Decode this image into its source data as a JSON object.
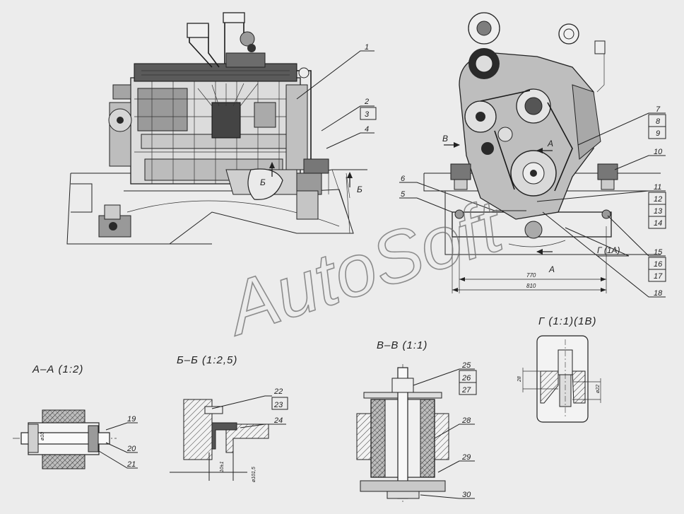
{
  "watermark": "AutoSoft",
  "section_titles": {
    "aa": "А–А (1:2)",
    "bb": "Б–Б (1:2,5)",
    "vv": "В–В (1:1)",
    "g": "Г (1:1)(1В)"
  },
  "view_markers": {
    "b_left": "Б",
    "b_right": "Б",
    "v": "В",
    "a_top": "А",
    "a_bottom": "А",
    "g_callout": "Г (1А)"
  },
  "dimensions": {
    "d770": "770",
    "d810": "810",
    "aa_dia": "ø10",
    "bb_1": "10±1",
    "bb_2": "ø101,5",
    "g_1": "28",
    "g_2": "ø22"
  },
  "callouts": {
    "c1": "1",
    "c2": "2",
    "c3": "3",
    "c4": "4",
    "c5": "5",
    "c6": "6",
    "c7": "7",
    "c8": "8",
    "c9": "9",
    "c10": "10",
    "c11": "11",
    "c12": "12",
    "c13": "13",
    "c14": "14",
    "c15": "15",
    "c16": "16",
    "c17": "17",
    "c18": "18",
    "c19": "19",
    "c20": "20",
    "c21": "21",
    "c22": "22",
    "c23": "23",
    "c24": "24",
    "c25": "25",
    "c26": "26",
    "c27": "27",
    "c28": "28",
    "c29": "29",
    "c30": "30"
  }
}
